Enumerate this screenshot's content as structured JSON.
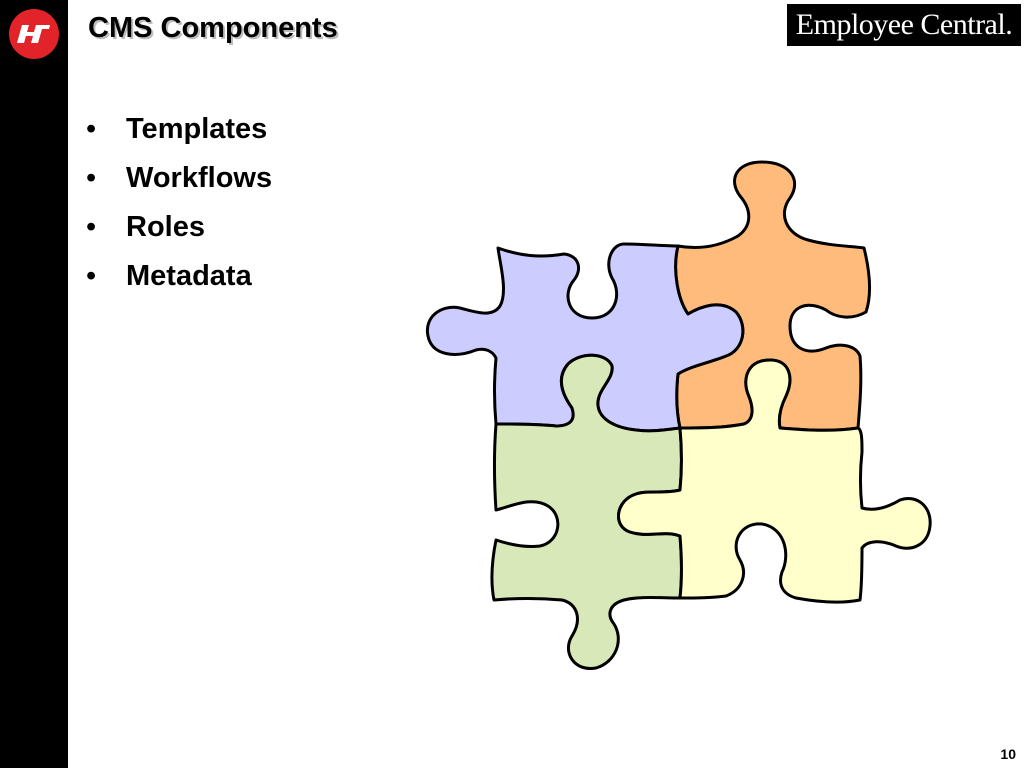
{
  "slide": {
    "title": "CMS Components",
    "brand_text": "Employee Central.",
    "bullets": [
      {
        "marker": "•",
        "text": "Templates"
      },
      {
        "marker": "•",
        "text": "Workflows"
      },
      {
        "marker": "•",
        "text": "Roles"
      },
      {
        "marker": "•",
        "text": "Metadata"
      }
    ],
    "page_number": "10"
  },
  "logo": {
    "icon": "ht-logo-icon",
    "color": "#e2232a"
  },
  "puzzle": {
    "icon": "puzzle-pieces-icon",
    "colors": {
      "lavender": "#ccccff",
      "orange": "#ffbb7b",
      "green": "#d8e8b8",
      "yellow": "#ffffcc",
      "outline": "#000000"
    }
  }
}
